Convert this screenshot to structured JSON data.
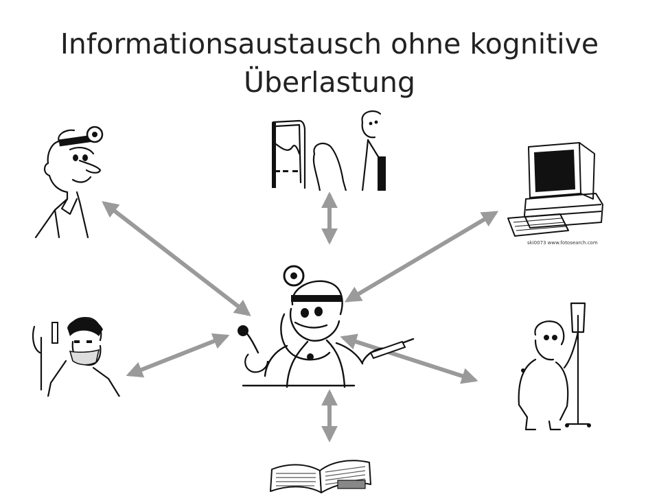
{
  "slide": {
    "title_line1": "Informationsaustausch ohne kognitive",
    "title_line2": "Überlastung"
  },
  "watermark": "ski0073 www.fotosearch.com",
  "colors": {
    "arrow": "#9a9a9a",
    "ink": "#111111",
    "text": "#222222"
  }
}
